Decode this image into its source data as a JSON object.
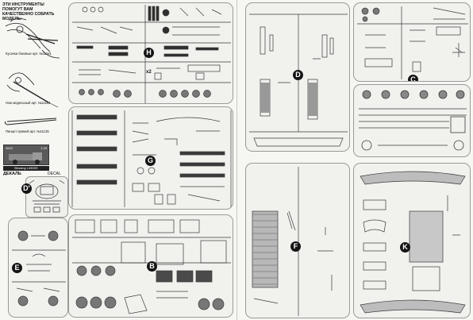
{
  "tools": {
    "title": "ЭТИ ИНСТРУМЕНТЫ ПОМОГУТ ВАМ КАЧЕСТВЕННО СОБРАТЬ МОДЕЛЬ:",
    "captions": [
      "Кусачки боковые  арт. №11161",
      "Нож модельный  арт. №11163",
      "Пинцет прямой  арт. №11135"
    ]
  },
  "decal": {
    "card_code": "3603",
    "card_scale": "1:35",
    "brand": "Büssing L4500S",
    "label_ru": "ДЕКАЛЬ",
    "label_en": "DECAL"
  },
  "sprues": [
    {
      "letter": "H"
    },
    {
      "letter": "G"
    },
    {
      "letter": "D'"
    },
    {
      "letter": "E"
    },
    {
      "letter": "B"
    },
    {
      "letter": "D"
    },
    {
      "letter": "C"
    },
    {
      "letter": "F"
    },
    {
      "letter": "K"
    }
  ],
  "markings": {
    "x2": "x2"
  }
}
